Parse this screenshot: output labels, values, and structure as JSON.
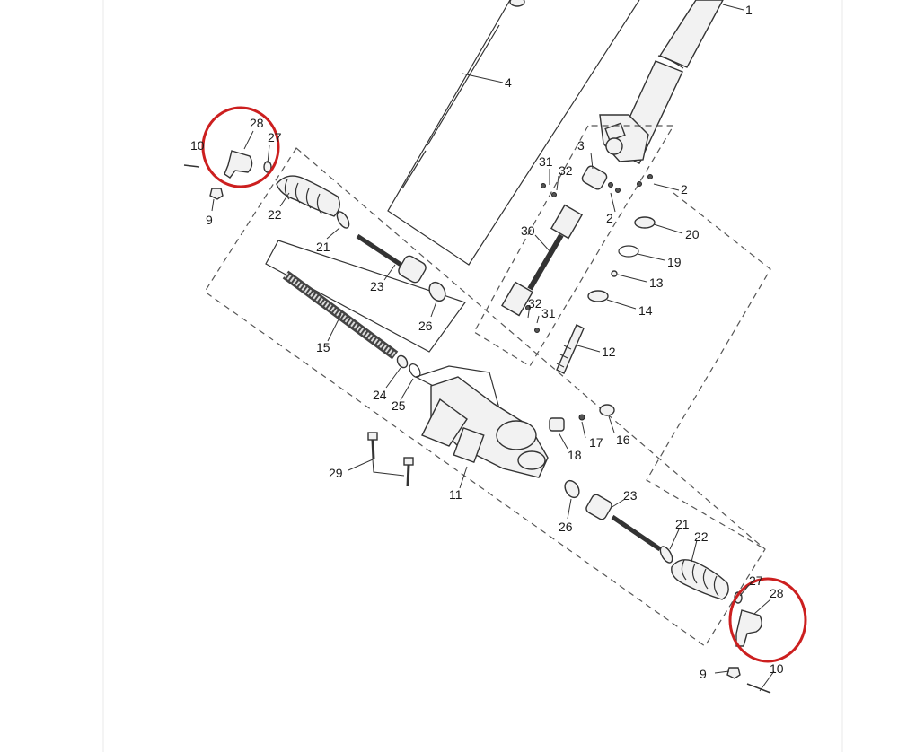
{
  "colors": {
    "highlight": "#cc1f1f",
    "line": "#333333"
  },
  "labels": [
    {
      "id": "l1",
      "text": "1"
    },
    {
      "id": "l4",
      "text": "4"
    },
    {
      "id": "l3",
      "text": "3"
    },
    {
      "id": "l31a",
      "text": "31"
    },
    {
      "id": "l32a",
      "text": "32"
    },
    {
      "id": "l2a",
      "text": "2"
    },
    {
      "id": "l2b",
      "text": "2"
    },
    {
      "id": "l30",
      "text": "30"
    },
    {
      "id": "l20",
      "text": "20"
    },
    {
      "id": "l19",
      "text": "19"
    },
    {
      "id": "l13",
      "text": "13"
    },
    {
      "id": "l14",
      "text": "14"
    },
    {
      "id": "l32b",
      "text": "32"
    },
    {
      "id": "l31b",
      "text": "31"
    },
    {
      "id": "l12",
      "text": "12"
    },
    {
      "id": "l28a",
      "text": "28"
    },
    {
      "id": "l27a",
      "text": "27"
    },
    {
      "id": "l10a",
      "text": "10"
    },
    {
      "id": "l9a",
      "text": "9"
    },
    {
      "id": "l22a",
      "text": "22"
    },
    {
      "id": "l21a",
      "text": "21"
    },
    {
      "id": "l23a",
      "text": "23"
    },
    {
      "id": "l26a",
      "text": "26"
    },
    {
      "id": "l15",
      "text": "15"
    },
    {
      "id": "l24",
      "text": "24"
    },
    {
      "id": "l25",
      "text": "25"
    },
    {
      "id": "l18",
      "text": "18"
    },
    {
      "id": "l17",
      "text": "17"
    },
    {
      "id": "l16",
      "text": "16"
    },
    {
      "id": "l29",
      "text": "29"
    },
    {
      "id": "l11",
      "text": "11"
    },
    {
      "id": "l26b",
      "text": "26"
    },
    {
      "id": "l23b",
      "text": "23"
    },
    {
      "id": "l21b",
      "text": "21"
    },
    {
      "id": "l22b",
      "text": "22"
    },
    {
      "id": "l27b",
      "text": "27"
    },
    {
      "id": "l28b",
      "text": "28"
    },
    {
      "id": "l9b",
      "text": "9"
    },
    {
      "id": "l10b",
      "text": "10"
    }
  ]
}
